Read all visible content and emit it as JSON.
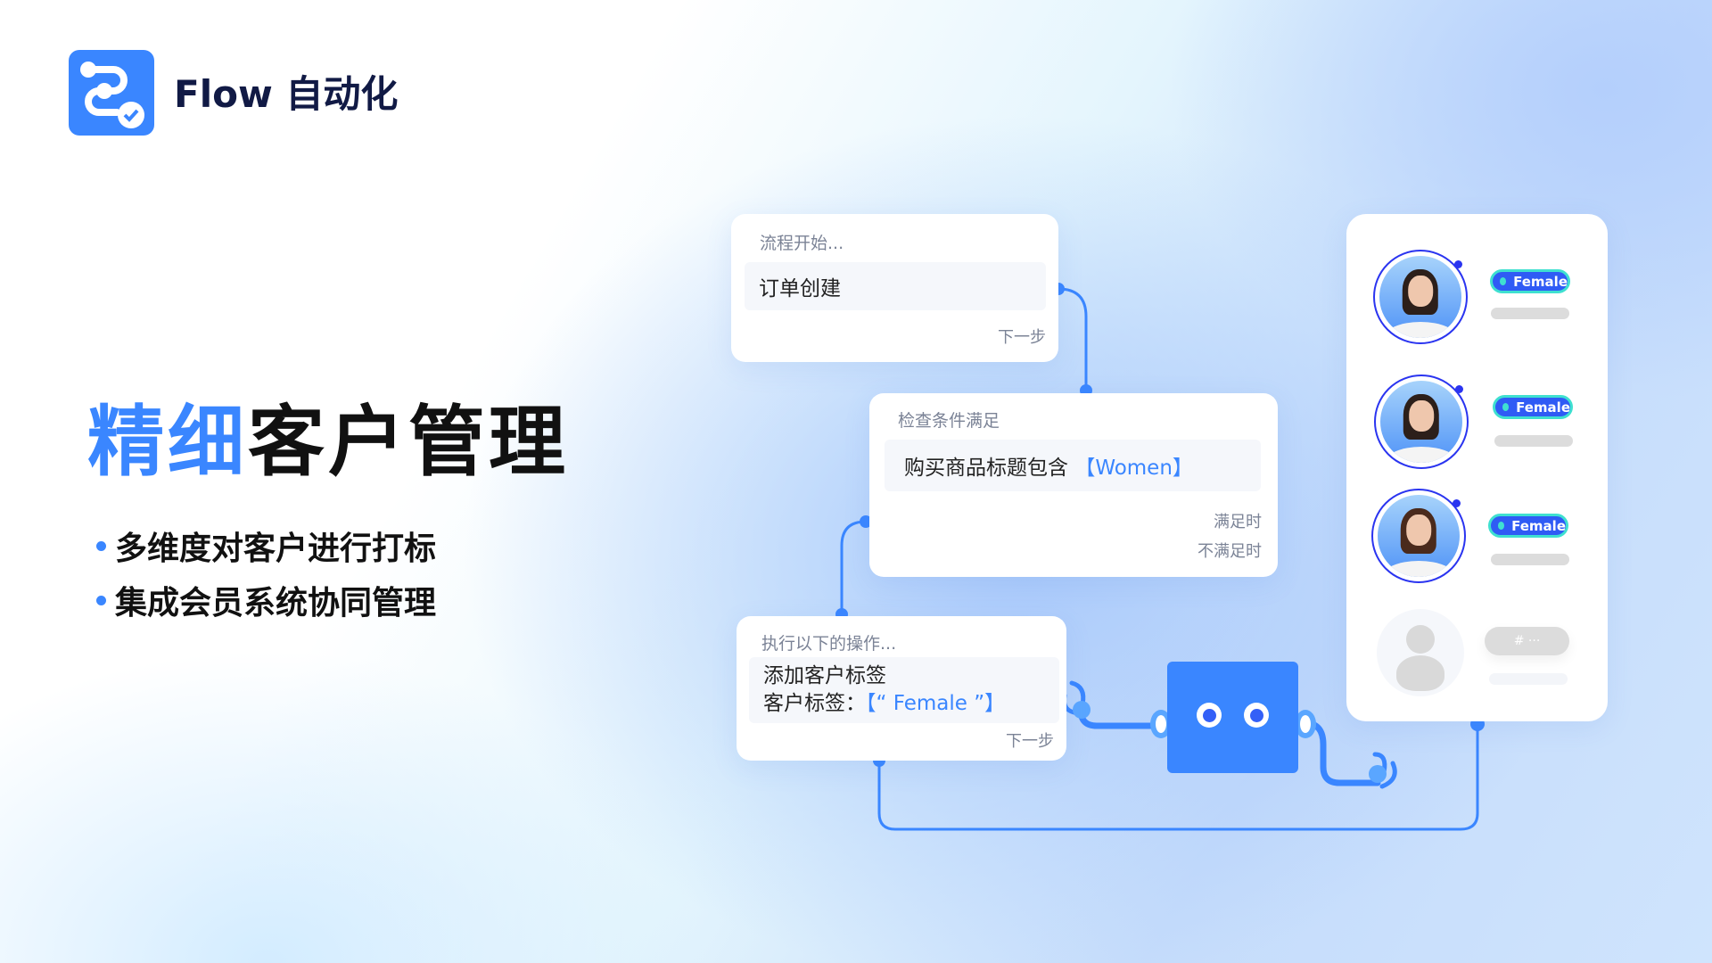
{
  "brand": {
    "name": "Flow 自动化",
    "logo_icon": "flow-check-icon"
  },
  "hero": {
    "highlight": "精细",
    "rest": "客户管理"
  },
  "bullets": [
    "多维度对客户进行打标",
    "集成会员系统协同管理"
  ],
  "flow": {
    "start": {
      "header": "流程开始...",
      "trigger": "订单创建",
      "next": "下一步"
    },
    "condition": {
      "header": "检查条件满足",
      "rule_text": "购买商品标题包含",
      "rule_value": "【Women】",
      "branch_true": "满足时",
      "branch_false": "不满足时"
    },
    "action": {
      "header": "执行以下的操作...",
      "line1": "添加客户标签",
      "line2_label": "客户标签：",
      "line2_value": "【“ Female ”】",
      "next": "下一步"
    }
  },
  "customers": [
    {
      "tag": "Female"
    },
    {
      "tag": "Female"
    },
    {
      "tag": "Female"
    },
    {
      "tag": "# ···"
    }
  ],
  "colors": {
    "accent": "#3a86ff",
    "tag_bg": "#2f5bf5",
    "tag_border": "#3fe0d0"
  }
}
